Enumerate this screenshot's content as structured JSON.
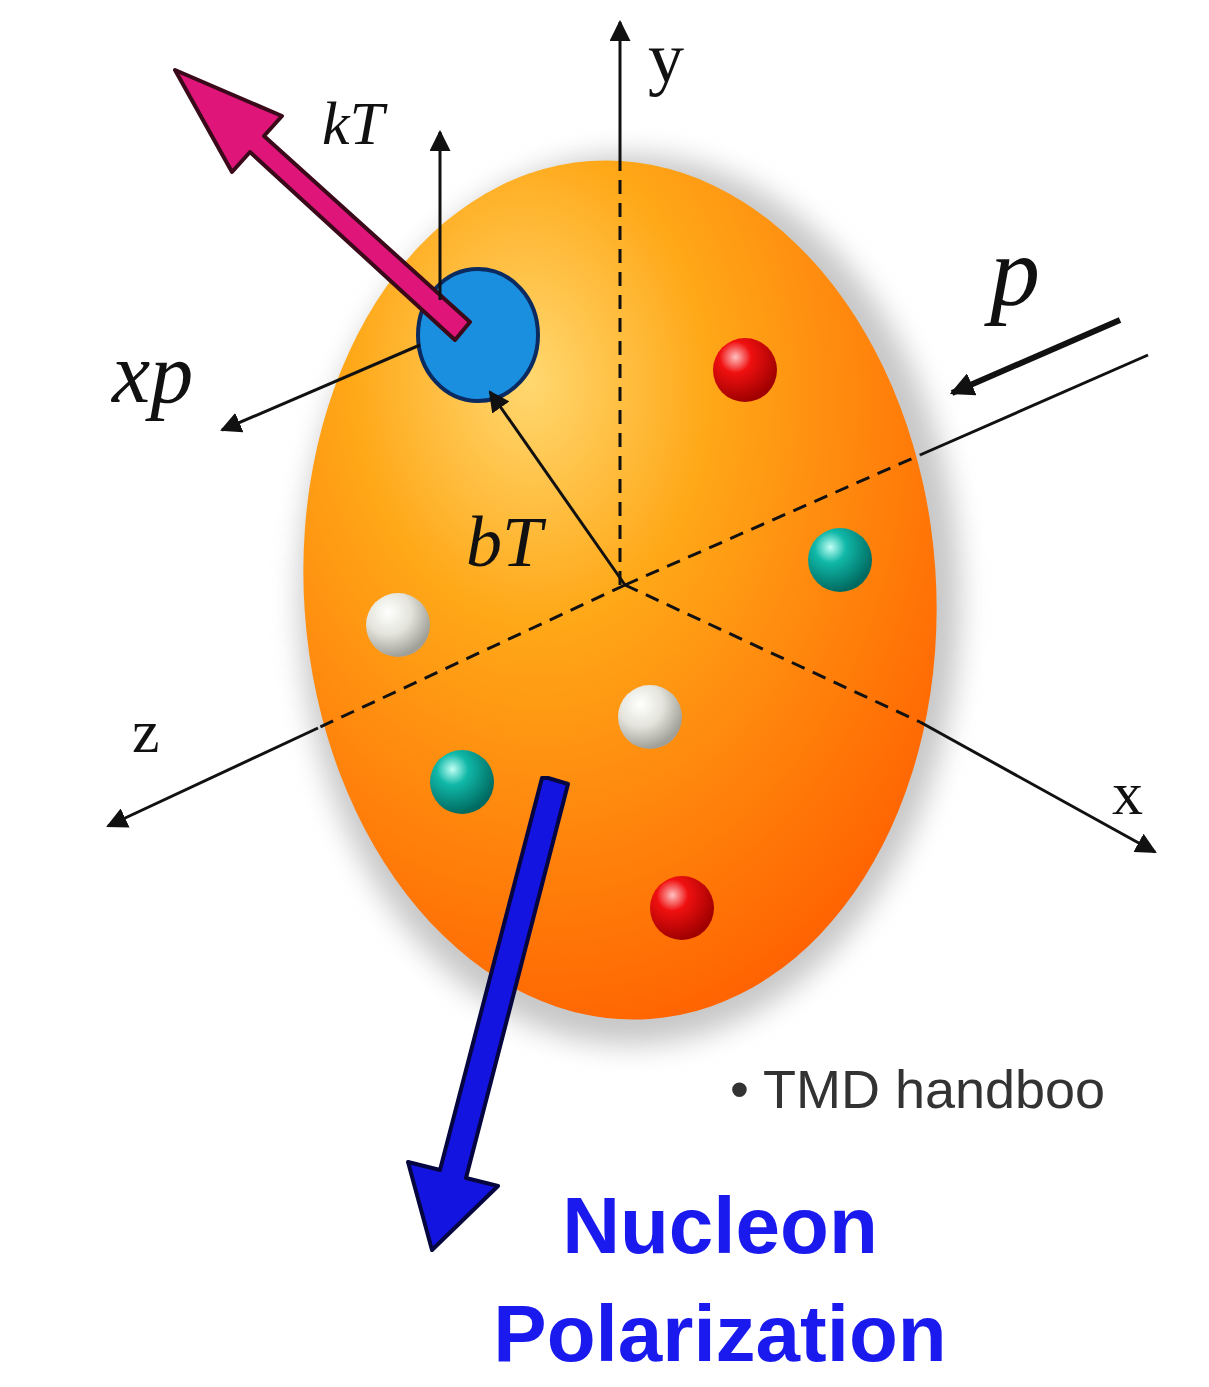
{
  "diagram": {
    "labels": [
      "y",
      "kT",
      "xp",
      "p",
      "bT",
      "z",
      "x",
      "• TMD handboo",
      "Nucleon Polarization"
    ]
  }
}
